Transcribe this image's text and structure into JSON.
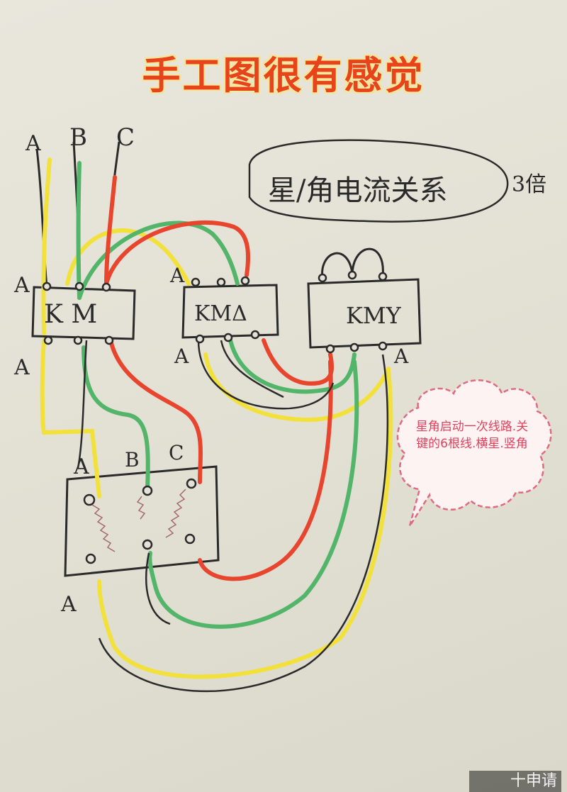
{
  "title": "手工图很有感觉",
  "supply_labels": {
    "a": "A",
    "b": "B",
    "c": "C"
  },
  "contactors": {
    "km_main": "K M",
    "km_delta": "KMΔ",
    "km_star": "KMY"
  },
  "wire_labels": {
    "km_in_a": "A",
    "km_out_a": "A",
    "kmd_in_a": "A",
    "kmd_out_a": "A",
    "kmy_out_a": "A",
    "motor_top_a": "A",
    "motor_top_b": "B",
    "motor_top_c": "C",
    "motor_bottom_a": "A"
  },
  "bubble_text": "星/角电流关系",
  "bubble_side": "3倍",
  "note_text": "星角启动一次线路.关键的6根线.横星.竖角",
  "corner_text": "十申请",
  "colors": {
    "title": "#e8441c",
    "yellow": "#f2e13a",
    "green": "#52b56a",
    "red": "#e8452f",
    "ink": "#2a2a2a",
    "note": "#e0415c"
  }
}
